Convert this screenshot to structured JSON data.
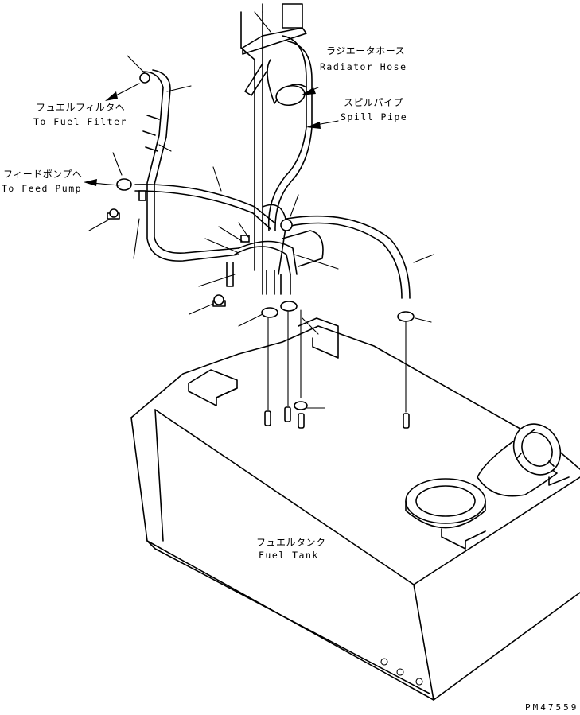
{
  "labels": {
    "radiator_hose_jp": "ラジエータホース",
    "radiator_hose_en": "Radiator Hose",
    "spill_pipe_jp": "スピルパイプ",
    "spill_pipe_en": "Spill Pipe",
    "fuel_filter_jp": "フュエルフィルタへ",
    "fuel_filter_en": "To Fuel Filter",
    "feed_pump_jp": "フィードポンプへ",
    "feed_pump_en": "To Feed Pump",
    "fuel_tank_jp": "フュエルタンク",
    "fuel_tank_en": "Fuel Tank"
  },
  "drawing_code": "PM47559"
}
